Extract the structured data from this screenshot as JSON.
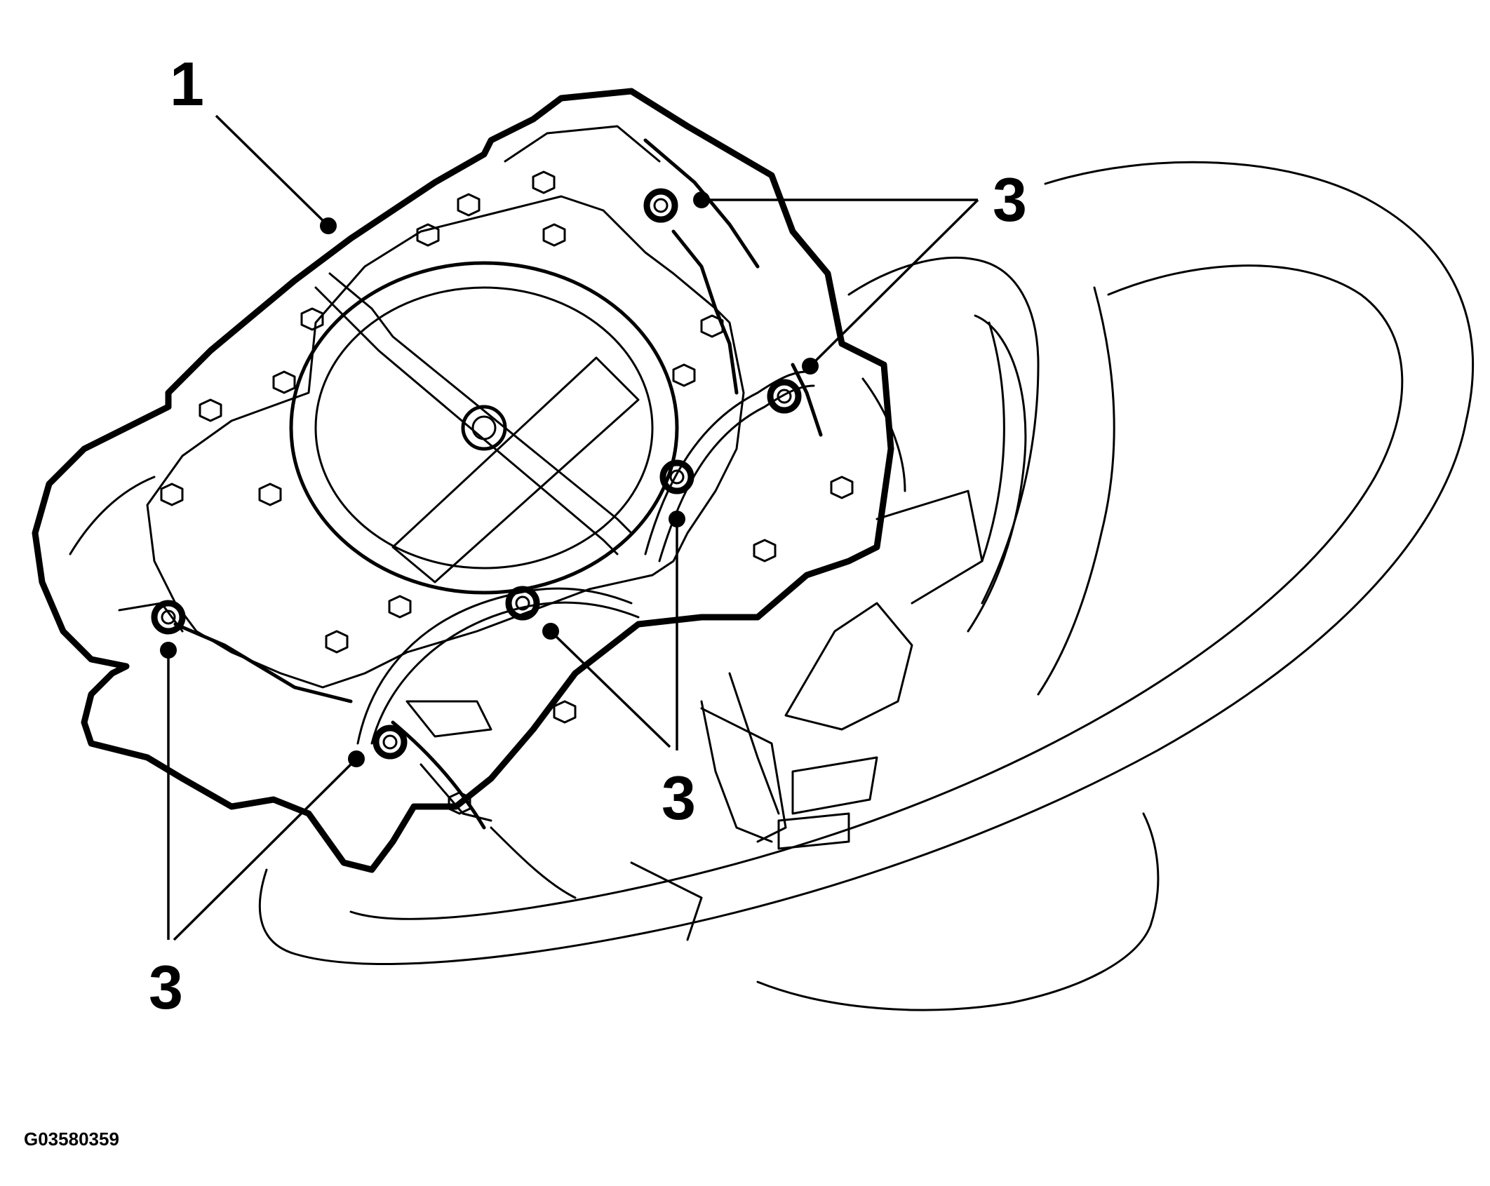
{
  "figure_id": "G03580359",
  "callouts": [
    {
      "id": "callout-1",
      "label": "1"
    },
    {
      "id": "callout-3-top-right",
      "label": "3"
    },
    {
      "id": "callout-3-center",
      "label": "3"
    },
    {
      "id": "callout-3-bottom-left",
      "label": "3"
    }
  ],
  "colors": {
    "ink": "#000000",
    "paper": "#ffffff"
  }
}
